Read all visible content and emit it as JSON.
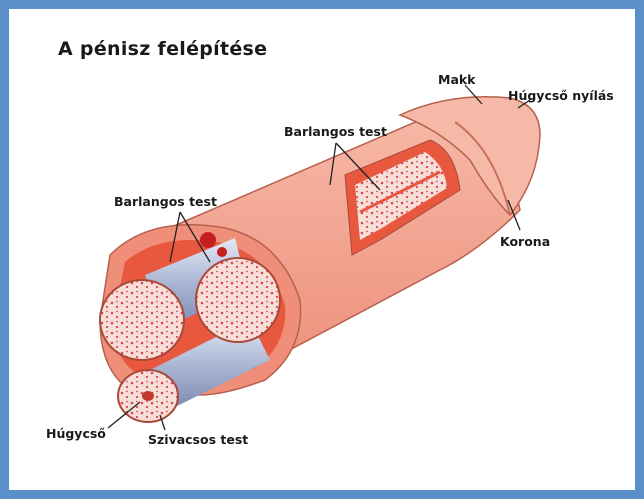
{
  "title": "A pénisz felépítése",
  "labels": {
    "makk": "Makk",
    "hugycso_nyilas": "Húgycső nyílás",
    "barlangos_test_top": "Barlangos test",
    "barlangos_test_left": "Barlangos test",
    "korona": "Korona",
    "hugycso": "Húgycső",
    "szivacsos_test": "Szivacsos test"
  },
  "colors": {
    "frame": "#5b8fc9",
    "skin": "#f2a391",
    "skin_dark": "#e0806d",
    "tissue": "#e8583f",
    "sponge": "#f7ded6",
    "tube": "#aeb9d6"
  }
}
